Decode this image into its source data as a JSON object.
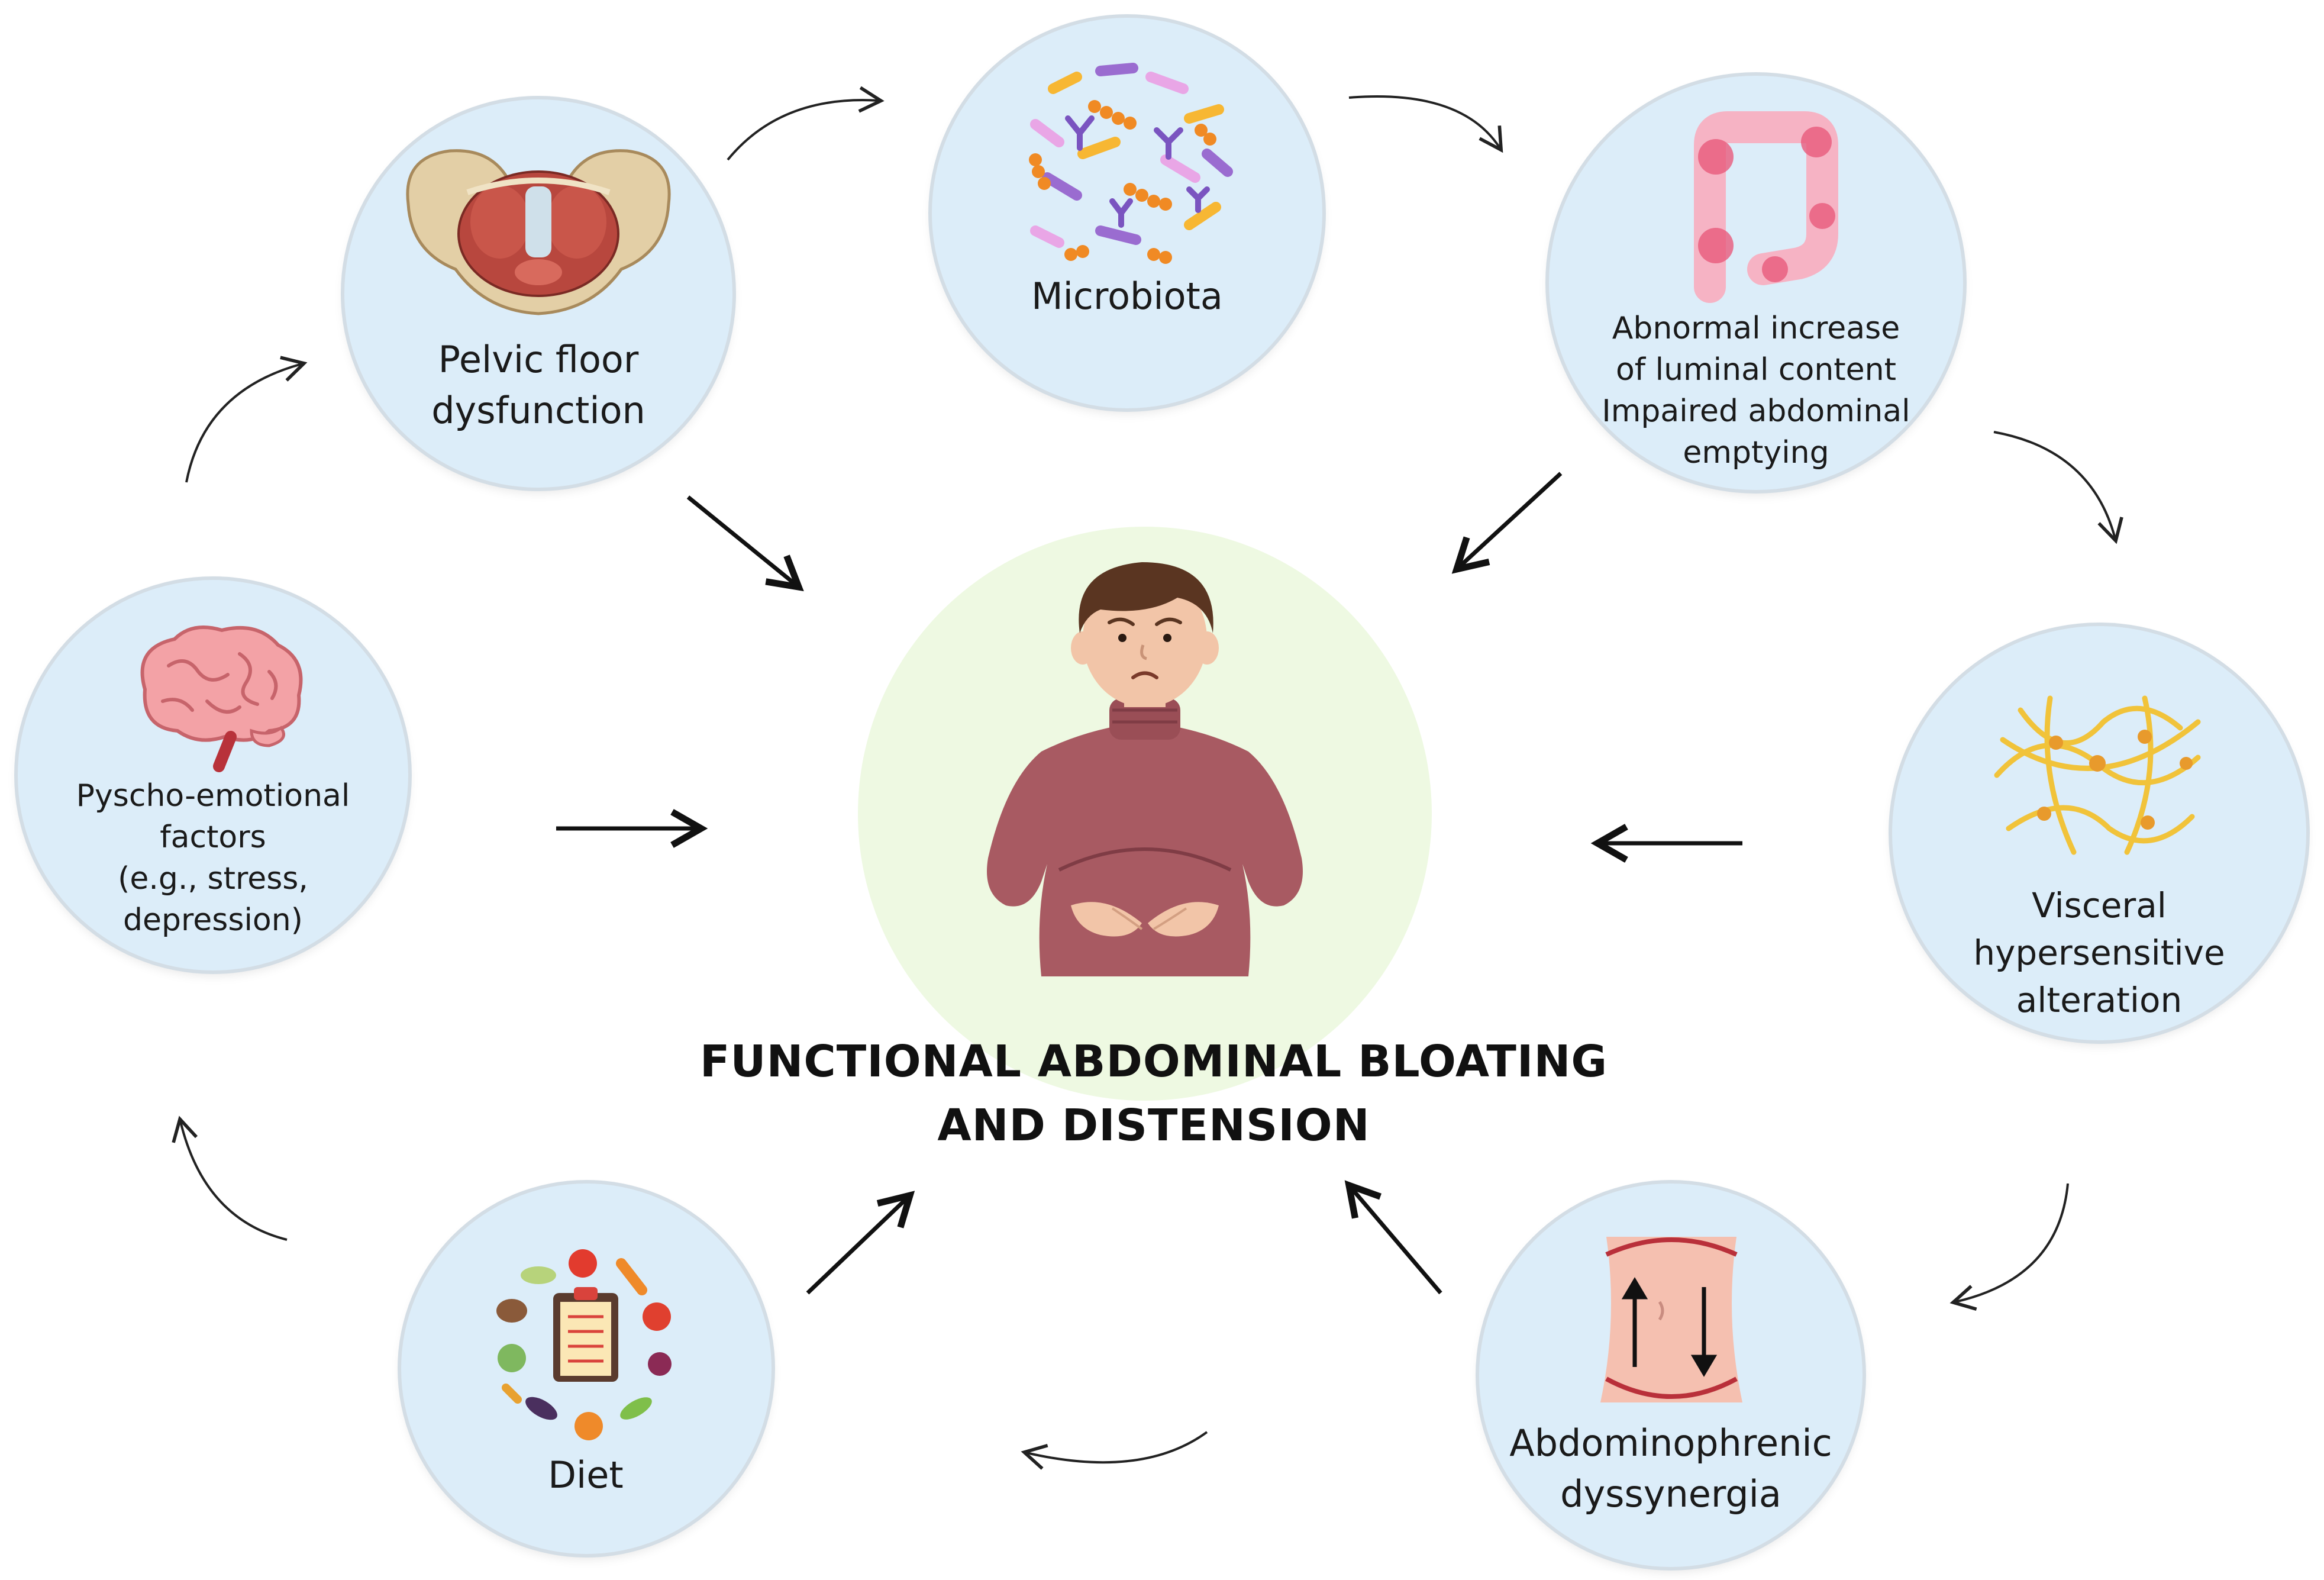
{
  "title": {
    "line1": "FUNCTIONAL ABDOMINAL BLOATING",
    "line2": "AND DISTENSION"
  },
  "nodes": {
    "pelvic": {
      "label": "Pelvic floor\ndysfunction"
    },
    "microbiota": {
      "label": "Microbiota"
    },
    "luminal": {
      "label": "Abnormal increase\nof luminal content\nImpaired abdominal\nemptying"
    },
    "visceral": {
      "label": "Visceral hypersensitive\nalteration"
    },
    "abdomino": {
      "label": "Abdominophrenic\ndyssynergia"
    },
    "diet": {
      "label": "Diet"
    },
    "psycho": {
      "label": "Pyscho-emotional\nfactors\n(e.g., stress, depression)"
    }
  },
  "colors": {
    "node_fill": "#dcedf9",
    "center_fill": "#eef9e2",
    "sweater": "#a85a62",
    "hair": "#5a3521",
    "skin": "#f2c5a8"
  },
  "icons": {
    "pelvic": "pelvis-icon",
    "microbiota": "bacteria-icon",
    "luminal": "colon-icon",
    "visceral": "neuron-network-icon",
    "abdomino": "abdomen-icon",
    "diet": "diet-plan-icon",
    "psycho": "brain-icon",
    "center": "bloated-person-icon"
  }
}
